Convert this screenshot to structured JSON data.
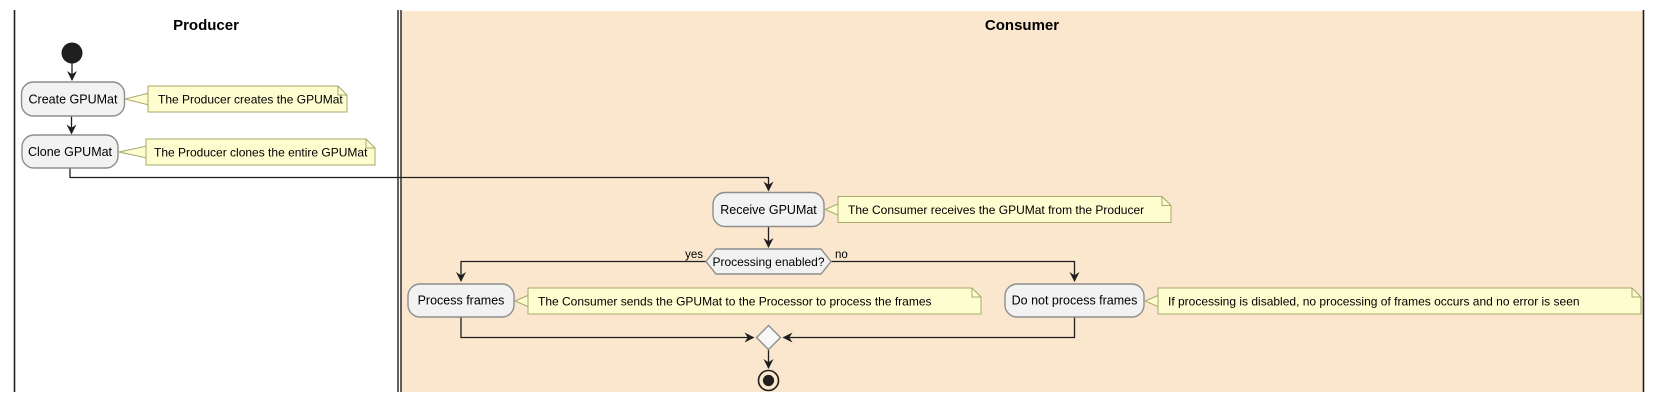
{
  "lanes": {
    "producer": {
      "title": "Producer"
    },
    "consumer": {
      "title": "Consumer"
    }
  },
  "nodes": {
    "create": {
      "label": "Create GPUMat"
    },
    "clone": {
      "label": "Clone GPUMat"
    },
    "receive": {
      "label": "Receive GPUMat"
    },
    "decision": {
      "label": "Processing enabled?",
      "yes": "yes",
      "no": "no"
    },
    "process": {
      "label": "Process frames"
    },
    "no_process": {
      "label": "Do not process frames"
    }
  },
  "notes": {
    "create": "The Producer creates the GPUMat",
    "clone": "The Producer clones the entire GPUMat",
    "receive": "The Consumer receives the GPUMat from the Producer",
    "process": "The Consumer sends the GPUMat to the Processor to process the frames",
    "no_process": "If processing is disabled, no processing of frames occurs and no error is seen"
  },
  "colors": {
    "consumer_lane": "#FAE7CE",
    "activity_fill": "#F2F2F2",
    "activity_border": "#8E8E8E",
    "diamond_fill": "#F8F8F8",
    "note_fill": "#FDFDD0",
    "note_border": "#A9A96B",
    "line": "#1F1F1F"
  }
}
